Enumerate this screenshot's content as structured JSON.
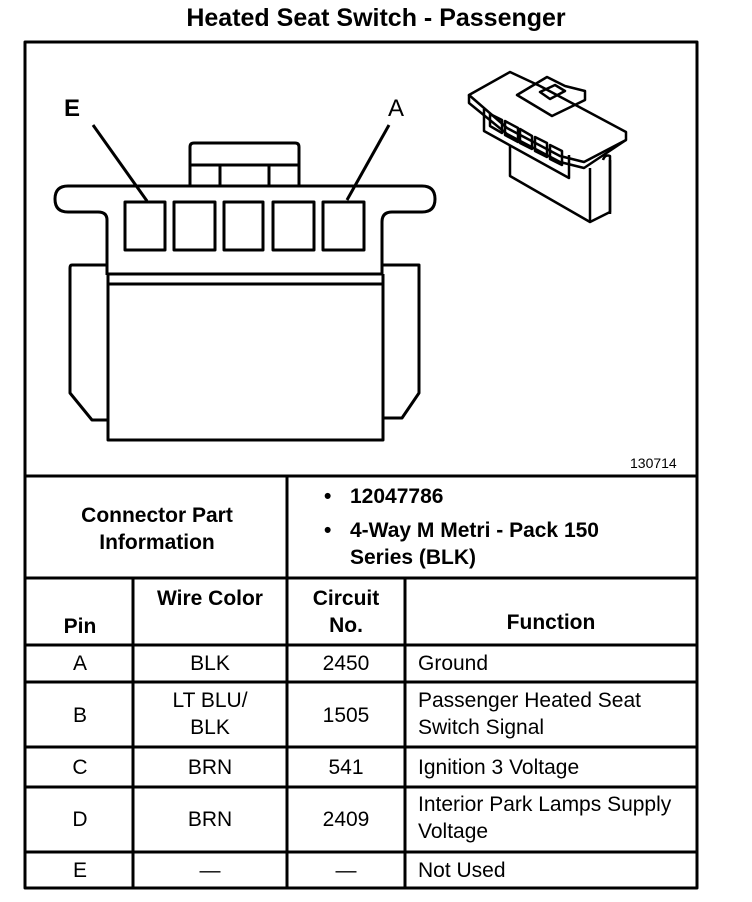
{
  "title": "Heated Seat Switch - Passenger",
  "diagram": {
    "pin_label_left": "E",
    "pin_label_right": "A",
    "figure_number": "130714"
  },
  "connector_info": {
    "label": "Connector Part Information",
    "items": [
      "12047786",
      "4-Way M Metri - Pack 150 Series (BLK)"
    ],
    "bullet": "•"
  },
  "table": {
    "headers": {
      "pin": "Pin",
      "wire_color": "Wire Color",
      "circuit": "Circuit No.",
      "function": "Function"
    },
    "rows": [
      {
        "pin": "A",
        "wire_color": "BLK",
        "circuit": "2450",
        "function": "Ground"
      },
      {
        "pin": "B",
        "wire_color": "LT BLU/ BLK",
        "circuit": "1505",
        "function": "Passenger Heated Seat Switch Signal"
      },
      {
        "pin": "C",
        "wire_color": "BRN",
        "circuit": "541",
        "function": "Ignition 3 Voltage"
      },
      {
        "pin": "D",
        "wire_color": "BRN",
        "circuit": "2409",
        "function": "Interior Park Lamps Supply Voltage"
      },
      {
        "pin": "E",
        "wire_color": "—",
        "circuit": "—",
        "function": "Not Used"
      }
    ]
  }
}
